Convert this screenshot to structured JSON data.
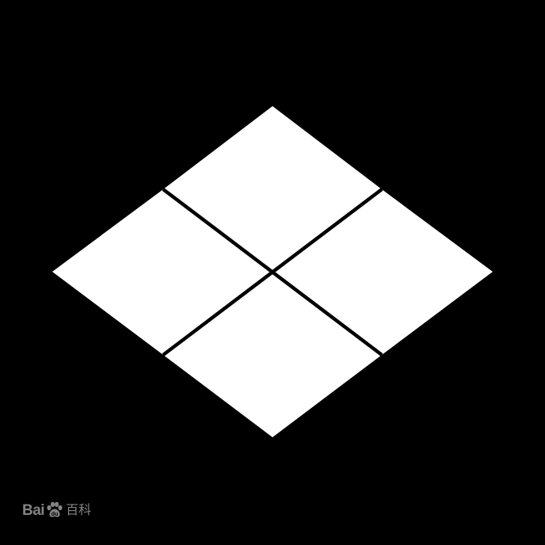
{
  "emblem": {
    "name": "four-diamond-crest",
    "background_color": "#000000",
    "fill_color": "#ffffff",
    "divider_color": "#000000"
  },
  "watermark": {
    "brand_left": "Bai",
    "brand_right": "百科",
    "color": "#9a9a9a",
    "icon": "paw-icon"
  }
}
